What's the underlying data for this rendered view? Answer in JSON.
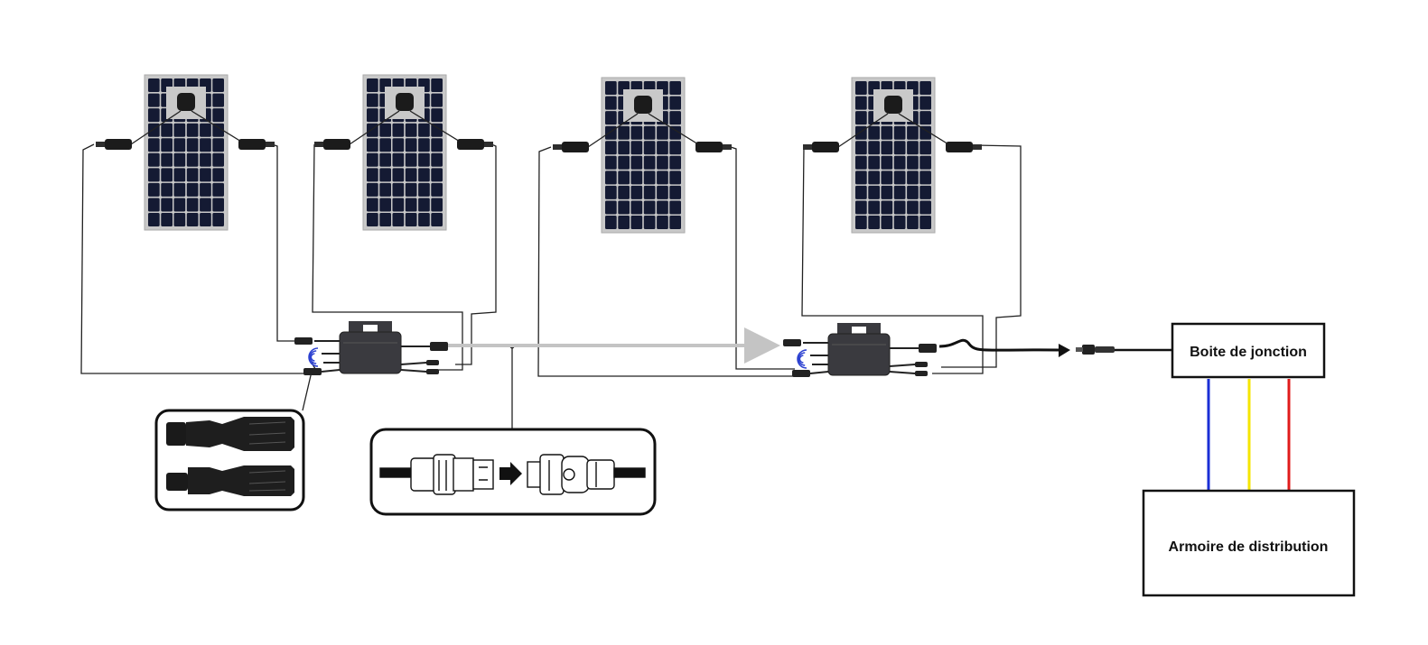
{
  "junction_box": {
    "label": "Boite de jonction"
  },
  "distribution_cabinet": {
    "label": "Armoire de distribution"
  },
  "panels": [
    {
      "id": "panel-1"
    },
    {
      "id": "panel-2"
    },
    {
      "id": "panel-3"
    },
    {
      "id": "panel-4"
    }
  ],
  "microinverters": [
    {
      "id": "microinverter-1"
    },
    {
      "id": "microinverter-2"
    }
  ],
  "icons": {
    "wireless": "wireless-signal-icon",
    "flow_arrow": "arrow-right-icon",
    "connector": "mc4-connector-icon"
  },
  "colors": {
    "panel_cell": "#141a33",
    "panel_frame": "#c8c8c8",
    "inverter": "#3a3a3f",
    "flow_arrow": "#c4c4c4",
    "wire_blue": "#1b2fd6",
    "wire_yellow": "#f5e600",
    "wire_red": "#e01b1b",
    "wireless": "#2a3fd0"
  }
}
